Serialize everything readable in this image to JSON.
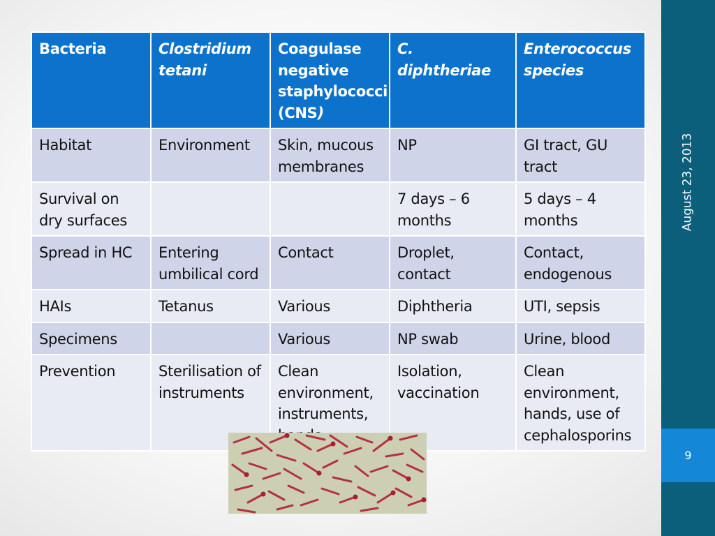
{
  "slide": {
    "date": "August 23, 2013",
    "page_number": "9",
    "colors": {
      "sidebar": "#0b5f7a",
      "page_box": "#1487d6",
      "header_row": "#0c72cb",
      "row_odd": "#cfd4e9",
      "row_even": "#e8eaf4"
    }
  },
  "table": {
    "header": {
      "bacteria": "Bacteria",
      "c_tetani_line1": "Clostridium",
      "c_tetani_line2": "tetani",
      "cns_main": "Coagulase negative staphylococci (CNS",
      "cns_close": ")",
      "c_diphtheriae": "C. diphtheriae",
      "enterococcus_line1": "Enterococcus",
      "enterococcus_line2": "species"
    },
    "rows": [
      {
        "label": "Habitat",
        "c_tetani": "Environment",
        "cns": "Skin, mucous membranes",
        "c_diphtheriae": "NP",
        "enterococcus": "GI tract, GU tract"
      },
      {
        "label": "Survival on dry surfaces",
        "c_tetani": "",
        "cns": "",
        "c_diphtheriae": "7 days – 6 months",
        "enterococcus": "5 days – 4 months"
      },
      {
        "label": "Spread in HC",
        "c_tetani": "Entering umbilical cord",
        "cns": "Contact",
        "c_diphtheriae": "Droplet, contact",
        "enterococcus": "Contact, endogenous"
      },
      {
        "label": "HAIs",
        "c_tetani": "Tetanus",
        "cns": "Various",
        "c_diphtheriae": "Diphtheria",
        "enterococcus": "UTI, sepsis"
      },
      {
        "label": "Specimens",
        "c_tetani": "",
        "cns": "Various",
        "c_diphtheriae": "NP swab",
        "enterococcus": "Urine, blood"
      },
      {
        "label": "Prevention",
        "c_tetani": "Sterilisation of instruments",
        "cns": "Clean environment, instruments, hands",
        "c_diphtheriae": "Isolation, vaccination",
        "enterococcus": "Clean environment, hands, use of cephalosporins"
      }
    ]
  }
}
